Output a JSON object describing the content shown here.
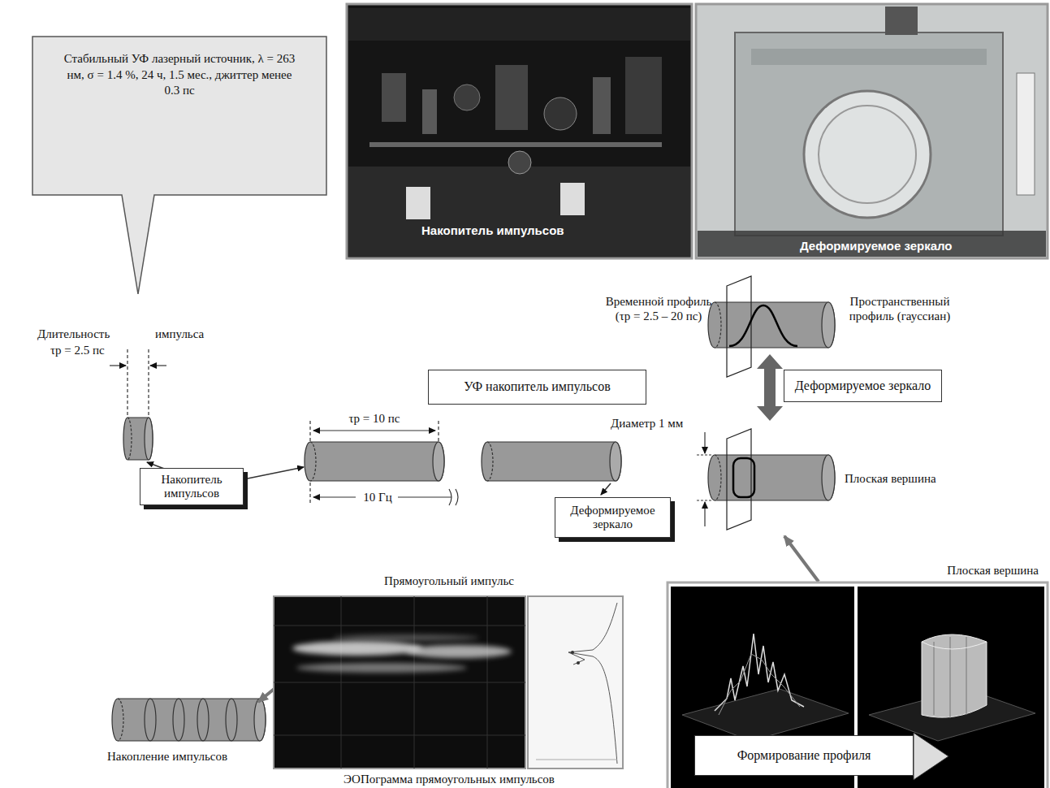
{
  "diagram": {
    "nodes": [
      {
        "text": [
          "Стабильный УФ лазерный источник, λ = 263 нм, σ = 1.4 %, 24 ч, 1.5 мес., джиттер менее 0.3 пс"
        ]
      },
      {
        "text": [
          "Накопитель импульсов"
        ]
      },
      {
        "text": [
          "Деформируемое зеркало"
        ]
      },
      {
        "text": [
          "УФ накопитель импульсов"
        ]
      },
      {
        "text": [
          "Деформируемое зеркало"
        ]
      },
      {
        "text": [
          "Накопитель импульсов"
        ]
      },
      {
        "text": [
          "Деформируемое зеркало"
        ]
      },
      {
        "text": [
          "Прямоугольный импульс",
          "ЭОПограмма прямоугольных импульсов"
        ]
      },
      {
        "text": [
          "Плоская вершина"
        ]
      },
      {
        "text": [
          "Формирование профиля"
        ],
        "in": 8
      }
    ],
    "labels": [
      "Длительность импульса",
      "τp = 2.5 пс",
      "τp = 10 пс",
      "10 Гц",
      "Накопление импульсов",
      "Временной профиль (τp = 2.5 – 20 пс)",
      "Пространственный профиль (гауссиан)",
      "Диаметр 1 мм",
      "Плоская вершина"
    ]
  }
}
